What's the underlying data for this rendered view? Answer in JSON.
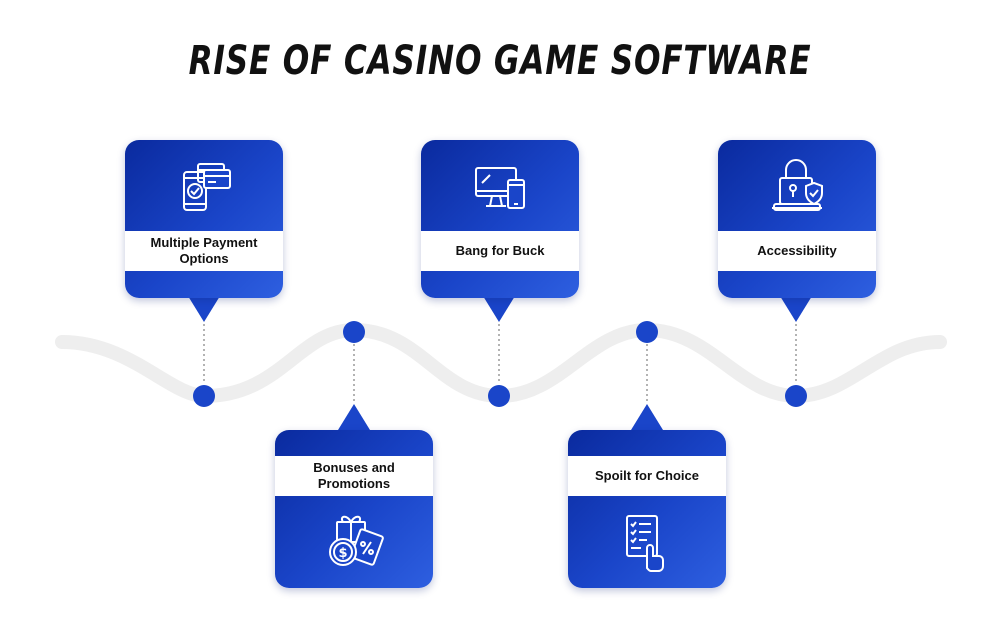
{
  "title": "RISE OF CASINO GAME SOFTWARE",
  "colors": {
    "primary": "#1a45c9",
    "dark": "#0a2a9e",
    "wave": "#eeeeee"
  },
  "items": [
    {
      "label": "Multiple Payment Options",
      "icon": "mobile-payment-icon"
    },
    {
      "label": "Bonuses and Promotions",
      "icon": "gift-coupon-icon"
    },
    {
      "label": "Bang for Buck",
      "icon": "desktop-mobile-icon"
    },
    {
      "label": "Spoilt for Choice",
      "icon": "checklist-hand-icon"
    },
    {
      "label": "Accessibility",
      "icon": "secure-laptop-icon"
    }
  ]
}
